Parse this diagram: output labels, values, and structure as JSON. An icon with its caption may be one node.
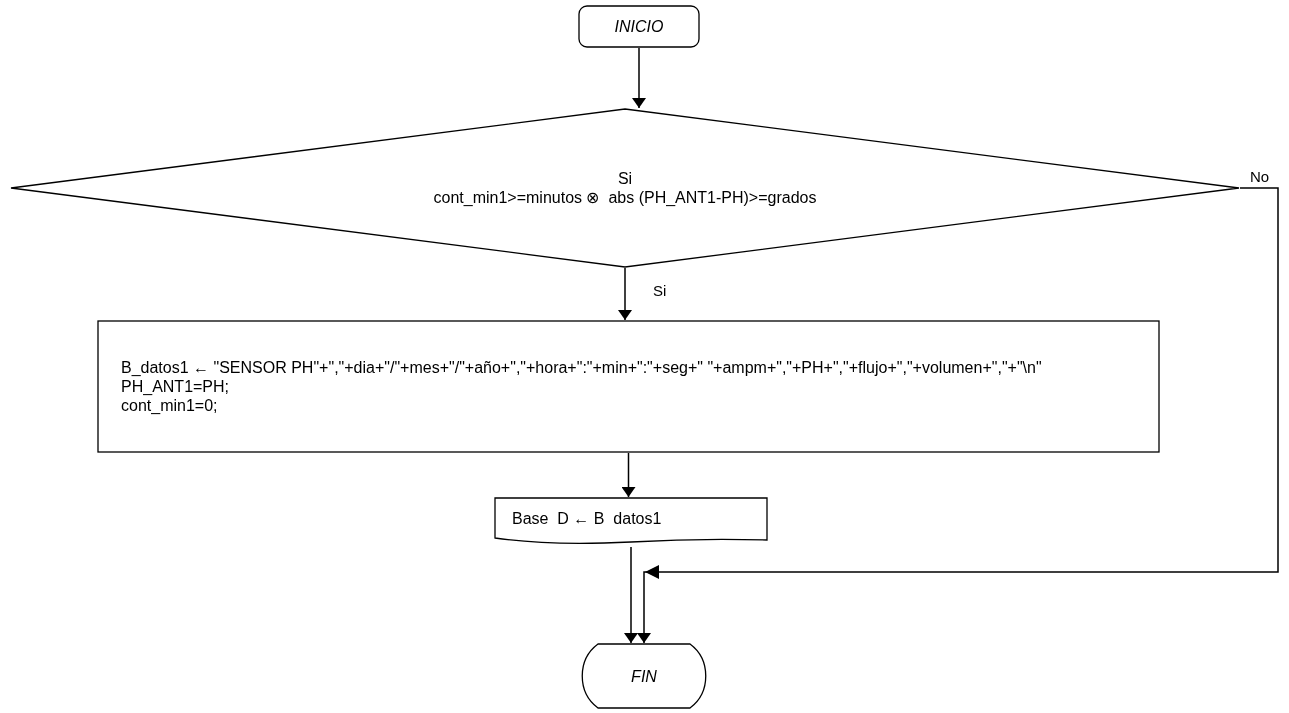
{
  "diagram": {
    "nodes": [
      {
        "text": [
          "INICIO"
        ]
      },
      {
        "text": [
          "Si",
          "cont_min1>=minutos ⊗  abs (PH_ANT1-PH)>=grados"
        ]
      },
      {
        "text": [
          "B_datos1 ← \"SENSOR PH\"+\",\"+dia+\"/\"+mes+\"/\"+año+\",\"+hora+\":\"+min+\":\"+seg+\" \"+ampm+\",\"+PH+\",\"+flujo+\",\"+volumen+\",\"+\"\\n\"",
          "PH_ANT1=PH;",
          "cont_min1=0;"
        ]
      },
      {
        "text": [
          "Base  D ← B  datos1"
        ]
      },
      {
        "text": [
          "FIN"
        ]
      }
    ],
    "edges": [
      {
        "from": 0,
        "to": 1,
        "arrow": "to"
      },
      {
        "from": 1,
        "to": 2,
        "arrow": "to",
        "label": "Si"
      },
      {
        "from": 2,
        "to": 3,
        "arrow": "to"
      },
      {
        "from": 3,
        "to": 4,
        "arrow": "to"
      },
      {
        "from": 1,
        "to": 4,
        "arrow": "to",
        "label": "No"
      }
    ]
  }
}
